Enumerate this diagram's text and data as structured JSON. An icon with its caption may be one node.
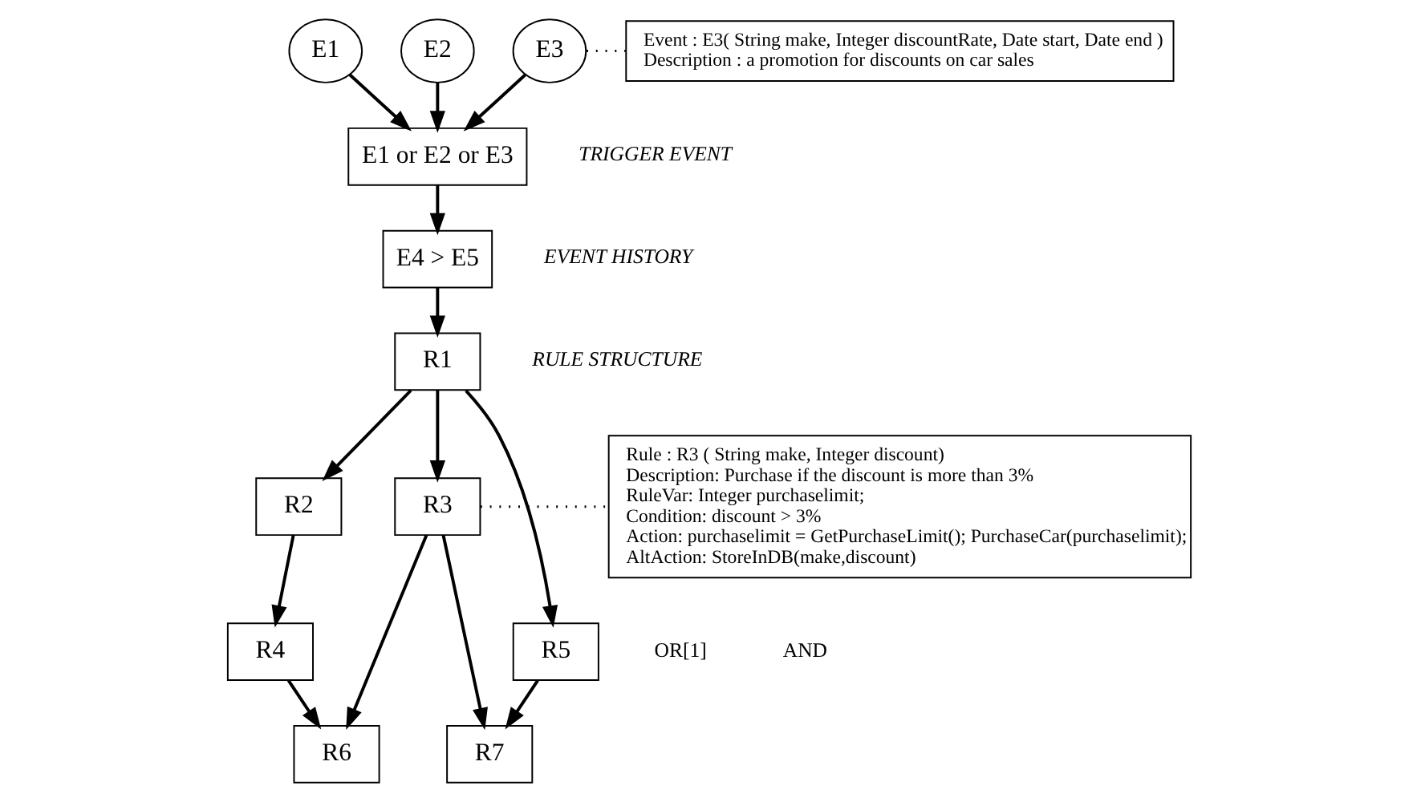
{
  "diagram": {
    "nodes": [
      {
        "text": [
          "E1"
        ]
      },
      {
        "text": [
          "E2"
        ]
      },
      {
        "text": [
          "E3"
        ]
      },
      {
        "text": [
          "E1 or E2 or E3"
        ]
      },
      {
        "text": [
          "E4 > E5"
        ]
      },
      {
        "text": [
          "R1"
        ]
      },
      {
        "text": [
          "R2"
        ]
      },
      {
        "text": [
          "R3"
        ]
      },
      {
        "text": [
          "R4"
        ]
      },
      {
        "text": [
          "R5"
        ]
      },
      {
        "text": [
          "R6"
        ]
      },
      {
        "text": [
          "R7"
        ]
      },
      {
        "text": [
          "Event : E3( String make, Integer discountRate, Date start, Date end )",
          "Description : a promotion for discounts on car sales"
        ]
      },
      {
        "text": [
          "Rule : R3 ( String make, Integer discount)",
          "Description: Purchase if the discount is more than 3%",
          "RuleVar: Integer purchaselimit;",
          "Condition: discount > 3%",
          "Action: purchaselimit = GetPurchaseLimit(); PurchaseCar(purchaselimit);",
          "AltAction: StoreInDB(make,discount)"
        ]
      }
    ],
    "edges": [
      {
        "from": 0,
        "to": 3,
        "arrow": "to"
      },
      {
        "from": 1,
        "to": 3,
        "arrow": "to"
      },
      {
        "from": 2,
        "to": 3,
        "arrow": "to"
      },
      {
        "from": 3,
        "to": 4,
        "arrow": "to"
      },
      {
        "from": 4,
        "to": 5,
        "arrow": "to"
      },
      {
        "from": 5,
        "to": 6,
        "arrow": "to"
      },
      {
        "from": 5,
        "to": 7,
        "arrow": "to"
      },
      {
        "from": 5,
        "to": 9,
        "arrow": "to"
      },
      {
        "from": 6,
        "to": 8,
        "arrow": "to"
      },
      {
        "from": 7,
        "to": 10,
        "arrow": "to"
      },
      {
        "from": 7,
        "to": 11,
        "arrow": "to"
      },
      {
        "from": 8,
        "to": 10,
        "arrow": "to"
      },
      {
        "from": 9,
        "to": 11,
        "arrow": "to"
      },
      {
        "from": 2,
        "to": 12,
        "arrow": "none",
        "style": "dashed"
      },
      {
        "from": 7,
        "to": 13,
        "arrow": "none",
        "style": "dashed"
      }
    ],
    "labels": [
      "TRIGGER EVENT",
      "EVENT HISTORY",
      "RULE STRUCTURE",
      "OR[1]",
      "AND"
    ]
  }
}
